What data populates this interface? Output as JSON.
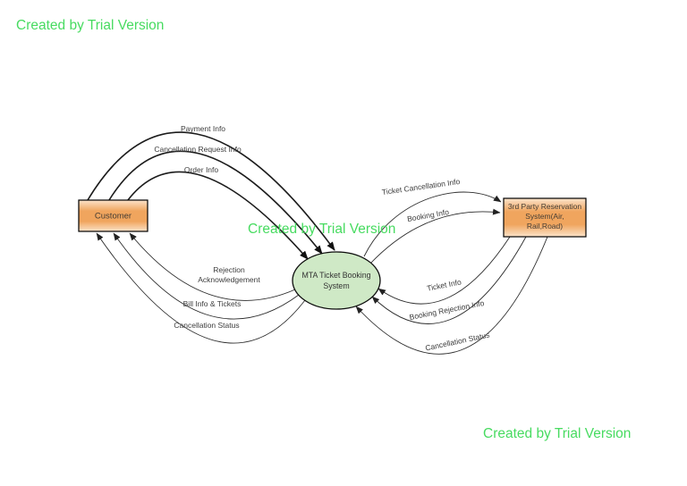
{
  "watermark": {
    "text": "Created by Trial Version"
  },
  "entities": {
    "customer": {
      "label": "Customer"
    },
    "third_party": {
      "lines": [
        "3rd Party Reservation",
        "System(Air,",
        "Rail,Road)"
      ]
    }
  },
  "process": {
    "lines": [
      "MTA Ticket Booking",
      "System"
    ]
  },
  "flows": {
    "customer_to_system": [
      {
        "label": "Payment Info"
      },
      {
        "label": "Cancellation Request Info"
      },
      {
        "label": "Order Info"
      }
    ],
    "system_to_customer": [
      {
        "lines": [
          "Rejection",
          "Acknowledgement"
        ]
      },
      {
        "label": "Bill Info & Tickets"
      },
      {
        "label": "Cancellation Status"
      }
    ],
    "system_to_third_party": [
      {
        "label": "Ticket Cancellation Info"
      },
      {
        "label": "Booking Info"
      }
    ],
    "third_party_to_system": [
      {
        "label": "Ticket Info"
      },
      {
        "label": "Booking Rejection Info"
      },
      {
        "label": "Cancellation Status"
      }
    ]
  },
  "colors": {
    "watermark_green": "#47db60",
    "entity_gradient_edge": "#fbe3ca",
    "entity_gradient_center": "#f0a55e",
    "entity_border": "#000000",
    "process_fill": "#cfe9c6",
    "process_border": "#0c0c0c",
    "flow_line": "#1c1c1c",
    "label_text": "#3d3d3d"
  }
}
